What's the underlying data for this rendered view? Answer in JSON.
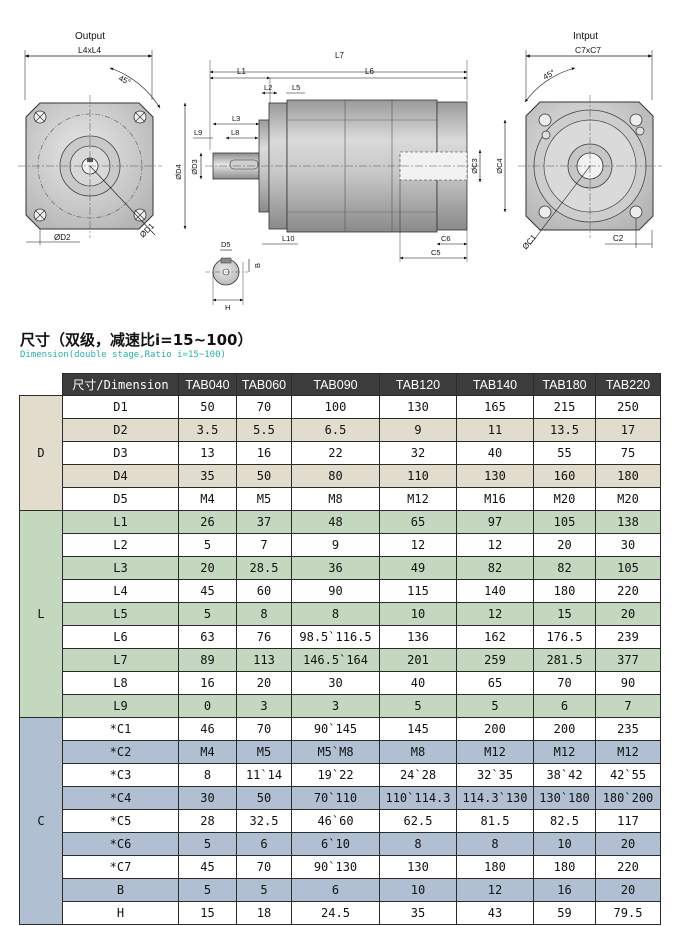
{
  "drawing": {
    "output_label": "Output",
    "input_label": "Intput",
    "square_left": "L4xL4",
    "square_right": "C7xC7",
    "angle": "45°",
    "dims": {
      "L7": "L7",
      "L1": "L1",
      "L6": "L6",
      "L2": "L2",
      "L5": "L5",
      "L3": "L3",
      "L9": "L9",
      "L8": "L8",
      "L10": "L10",
      "D4": "ØD4",
      "D3": "ØD3",
      "C3": "ØC3",
      "C4": "ØC4",
      "C6": "C6",
      "C5": "C5",
      "D1": "ØD1",
      "D2": "ØD2",
      "C1": "ØC1",
      "C2": "C2",
      "D5": "D5",
      "B": "B",
      "H": "H"
    }
  },
  "heading": {
    "zh": "尺寸（双级，减速比i=15~100）",
    "en": "Dimension(double stage,Ratio i=15~100)"
  },
  "table": {
    "header": [
      "尺寸/Dimension",
      "TAB040",
      "TAB060",
      "TAB090",
      "TAB120",
      "TAB140",
      "TAB180",
      "TAB220"
    ],
    "groups": [
      {
        "name": "D",
        "rows": [
          {
            "label": "D1",
            "values": [
              "50",
              "70",
              "100",
              "130",
              "165",
              "215",
              "250"
            ]
          },
          {
            "label": "D2",
            "values": [
              "3.5",
              "5.5",
              "6.5",
              "9",
              "11",
              "13.5",
              "17"
            ]
          },
          {
            "label": "D3",
            "values": [
              "13",
              "16",
              "22",
              "32",
              "40",
              "55",
              "75"
            ]
          },
          {
            "label": "D4",
            "values": [
              "35",
              "50",
              "80",
              "110",
              "130",
              "160",
              "180"
            ]
          },
          {
            "label": "D5",
            "values": [
              "M4",
              "M5",
              "M8",
              "M12",
              "M16",
              "M20",
              "M20"
            ]
          }
        ]
      },
      {
        "name": "L",
        "rows": [
          {
            "label": "L1",
            "values": [
              "26",
              "37",
              "48",
              "65",
              "97",
              "105",
              "138"
            ]
          },
          {
            "label": "L2",
            "values": [
              "5",
              "7",
              "9",
              "12",
              "12",
              "20",
              "30"
            ]
          },
          {
            "label": "L3",
            "values": [
              "20",
              "28.5",
              "36",
              "49",
              "82",
              "82",
              "105"
            ]
          },
          {
            "label": "L4",
            "values": [
              "45",
              "60",
              "90",
              "115",
              "140",
              "180",
              "220"
            ]
          },
          {
            "label": "L5",
            "values": [
              "5",
              "8",
              "8",
              "10",
              "12",
              "15",
              "20"
            ]
          },
          {
            "label": "L6",
            "values": [
              "63",
              "76",
              "98.5`116.5",
              "136",
              "162",
              "176.5",
              "239"
            ]
          },
          {
            "label": "L7",
            "values": [
              "89",
              "113",
              "146.5`164",
              "201",
              "259",
              "281.5",
              "377"
            ]
          },
          {
            "label": "L8",
            "values": [
              "16",
              "20",
              "30",
              "40",
              "65",
              "70",
              "90"
            ]
          },
          {
            "label": "L9",
            "values": [
              "0",
              "3",
              "3",
              "5",
              "5",
              "6",
              "7"
            ]
          }
        ]
      },
      {
        "name": "C",
        "rows": [
          {
            "label": "*C1",
            "values": [
              "46",
              "70",
              "90`145",
              "145",
              "200",
              "200",
              "235"
            ]
          },
          {
            "label": "*C2",
            "values": [
              "M4",
              "M5",
              "M5`M8",
              "M8",
              "M12",
              "M12",
              "M12"
            ]
          },
          {
            "label": "*C3",
            "values": [
              "8",
              "11`14",
              "19`22",
              "24`28",
              "32`35",
              "38`42",
              "42`55"
            ]
          },
          {
            "label": "*C4",
            "values": [
              "30",
              "50",
              "70`110",
              "110`114.3",
              "114.3`130",
              "130`180",
              "180`200"
            ]
          },
          {
            "label": "*C5",
            "values": [
              "28",
              "32.5",
              "46`60",
              "62.5",
              "81.5",
              "82.5",
              "117"
            ]
          },
          {
            "label": "*C6",
            "values": [
              "5",
              "6",
              "6`10",
              "8",
              "8",
              "10",
              "20"
            ]
          },
          {
            "label": "*C7",
            "values": [
              "45",
              "70",
              "90`130",
              "130",
              "180",
              "180",
              "220"
            ]
          },
          {
            "label": "B",
            "values": [
              "5",
              "5",
              "6",
              "10",
              "12",
              "16",
              "20"
            ]
          },
          {
            "label": "H",
            "values": [
              "15",
              "18",
              "24.5",
              "35",
              "43",
              "59",
              "79.5"
            ]
          }
        ]
      }
    ]
  },
  "colors": {
    "D_band": "#e2dccc",
    "L_band": "#c4d8c0",
    "C_band": "#b0c0d2",
    "header_bg": "#3c3c3c",
    "subtitle": "#27b0a8"
  }
}
